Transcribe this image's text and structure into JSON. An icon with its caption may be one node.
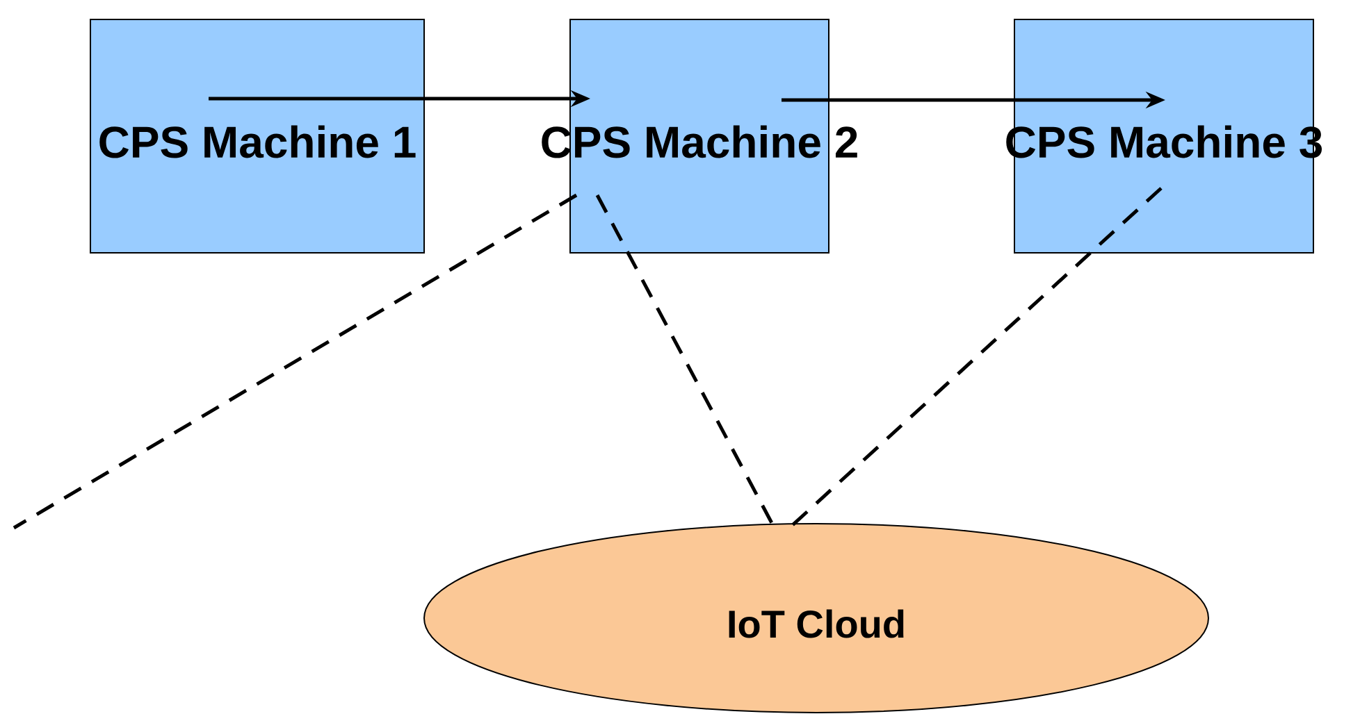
{
  "diagram": {
    "nodes": [
      {
        "text": [
          "CPS Machine 1"
        ]
      },
      {
        "text": [
          "CPS Machine 2"
        ]
      },
      {
        "text": [
          "CPS Machine 3"
        ]
      },
      {
        "text": [
          "IoT Cloud"
        ]
      }
    ],
    "edges": [
      {
        "from": 0,
        "to": 1,
        "arrow": "to"
      },
      {
        "from": 1,
        "to": 2,
        "arrow": "to"
      },
      {
        "from": 1,
        "to": null,
        "arrow": "none",
        "style": "dashed"
      },
      {
        "from": 1,
        "to": 3,
        "arrow": "none",
        "style": "dashed"
      },
      {
        "from": 2,
        "to": 3,
        "arrow": "none",
        "style": "dashed"
      }
    ]
  }
}
